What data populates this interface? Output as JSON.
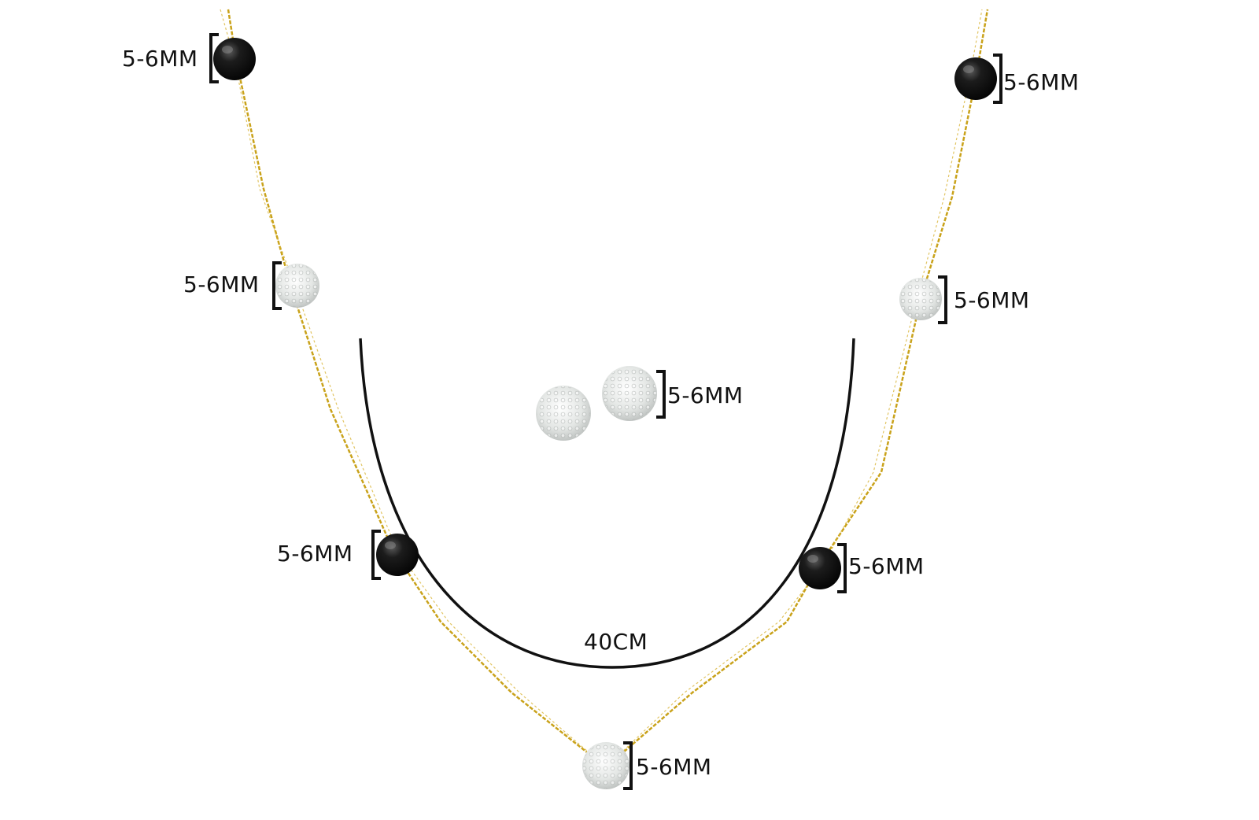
{
  "colors": {
    "chain": "#c9a21a",
    "pearl": "#111111",
    "crystal": "#e9ecea",
    "measure_line": "#111111"
  },
  "necklace": {
    "length_label": "40CM",
    "bead_sizes": [
      "5-6MM",
      "5-6MM",
      "5-6MM",
      "5-6MM",
      "5-6MM",
      "5-6MM",
      "5-6MM"
    ]
  },
  "earrings": {
    "size_label": "5-6MM"
  }
}
